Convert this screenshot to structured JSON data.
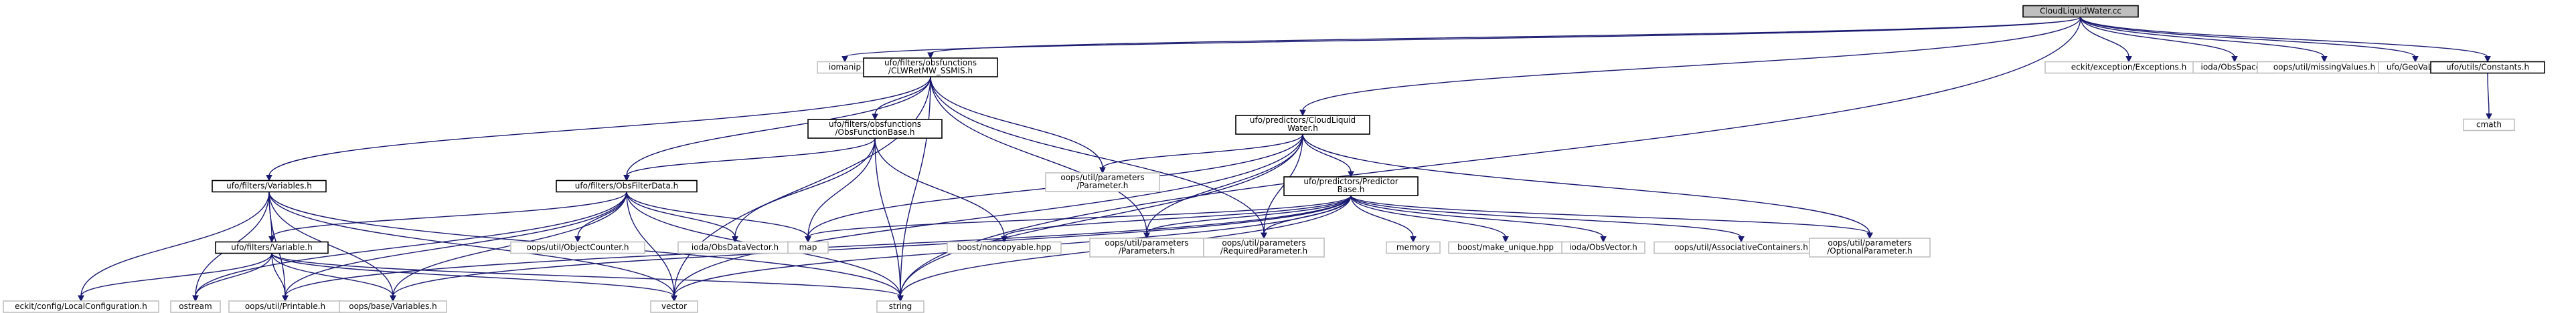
{
  "diagram": {
    "nodes": [
      {
        "id": "root",
        "lines": [
          "CloudLiquidWater.cc"
        ],
        "kind": "main"
      },
      {
        "id": "iomanip",
        "lines": [
          "iomanip"
        ],
        "kind": "ext"
      },
      {
        "id": "clwret",
        "lines": [
          "ufo/filters/obsfunctions",
          "/CLWRetMW_SSMIS.h"
        ],
        "kind": "local"
      },
      {
        "id": "eckit_ex",
        "lines": [
          "eckit/exception/Exceptions.h"
        ],
        "kind": "ext"
      },
      {
        "id": "obsspace",
        "lines": [
          "ioda/ObsSpace.h"
        ],
        "kind": "ext"
      },
      {
        "id": "missing",
        "lines": [
          "oops/util/missingValues.h"
        ],
        "kind": "ext"
      },
      {
        "id": "geovals",
        "lines": [
          "ufo/GeoVaLs.h"
        ],
        "kind": "ext"
      },
      {
        "id": "constants",
        "lines": [
          "ufo/utils/Constants.h"
        ],
        "kind": "local"
      },
      {
        "id": "cmath",
        "lines": [
          "cmath"
        ],
        "kind": "ext"
      },
      {
        "id": "pred_clw",
        "lines": [
          "ufo/predictors/CloudLiquid",
          "Water.h"
        ],
        "kind": "local"
      },
      {
        "id": "obsfuncbase",
        "lines": [
          "ufo/filters/obsfunctions",
          "/ObsFunctionBase.h"
        ],
        "kind": "local"
      },
      {
        "id": "param",
        "lines": [
          "oops/util/parameters",
          "/Parameter.h"
        ],
        "kind": "ext"
      },
      {
        "id": "variables",
        "lines": [
          "ufo/filters/Variables.h"
        ],
        "kind": "local"
      },
      {
        "id": "obsfilterdata",
        "lines": [
          "ufo/filters/ObsFilterData.h"
        ],
        "kind": "local"
      },
      {
        "id": "predbase",
        "lines": [
          "ufo/predictors/Predictor",
          "Base.h"
        ],
        "kind": "local"
      },
      {
        "id": "variable",
        "lines": [
          "ufo/filters/Variable.h"
        ],
        "kind": "local"
      },
      {
        "id": "objcounter",
        "lines": [
          "oops/util/ObjectCounter.h"
        ],
        "kind": "ext"
      },
      {
        "id": "obsdatavec",
        "lines": [
          "ioda/ObsDataVector.h"
        ],
        "kind": "ext"
      },
      {
        "id": "map",
        "lines": [
          "map"
        ],
        "kind": "ext"
      },
      {
        "id": "noncopy",
        "lines": [
          "boost/noncopyable.hpp"
        ],
        "kind": "ext"
      },
      {
        "id": "parameters",
        "lines": [
          "oops/util/parameters",
          "/Parameters.h"
        ],
        "kind": "ext"
      },
      {
        "id": "reqparam",
        "lines": [
          "oops/util/parameters",
          "/RequiredParameter.h"
        ],
        "kind": "ext"
      },
      {
        "id": "memory",
        "lines": [
          "memory"
        ],
        "kind": "ext"
      },
      {
        "id": "makeunique",
        "lines": [
          "boost/make_unique.hpp"
        ],
        "kind": "ext"
      },
      {
        "id": "obsvector",
        "lines": [
          "ioda/ObsVector.h"
        ],
        "kind": "ext"
      },
      {
        "id": "assoc",
        "lines": [
          "oops/util/AssociativeContainers.h"
        ],
        "kind": "ext"
      },
      {
        "id": "optparam",
        "lines": [
          "oops/util/parameters",
          "/OptionalParameter.h"
        ],
        "kind": "ext"
      },
      {
        "id": "localconf",
        "lines": [
          "eckit/config/LocalConfiguration.h"
        ],
        "kind": "ext"
      },
      {
        "id": "ostream",
        "lines": [
          "ostream"
        ],
        "kind": "ext"
      },
      {
        "id": "printable",
        "lines": [
          "oops/util/Printable.h"
        ],
        "kind": "ext"
      },
      {
        "id": "basevars",
        "lines": [
          "oops/base/Variables.h"
        ],
        "kind": "ext"
      },
      {
        "id": "vector",
        "lines": [
          "vector"
        ],
        "kind": "ext"
      },
      {
        "id": "string",
        "lines": [
          "string"
        ],
        "kind": "ext"
      }
    ],
    "edges": [
      [
        "root",
        "iomanip"
      ],
      [
        "root",
        "clwret"
      ],
      [
        "root",
        "eckit_ex"
      ],
      [
        "root",
        "obsspace"
      ],
      [
        "root",
        "missing"
      ],
      [
        "root",
        "geovals"
      ],
      [
        "root",
        "constants"
      ],
      [
        "root",
        "pred_clw"
      ],
      [
        "root",
        "string"
      ],
      [
        "constants",
        "cmath"
      ],
      [
        "clwret",
        "obsfuncbase"
      ],
      [
        "clwret",
        "param"
      ],
      [
        "clwret",
        "variables"
      ],
      [
        "clwret",
        "obsfilterdata"
      ],
      [
        "clwret",
        "reqparam"
      ],
      [
        "clwret",
        "parameters"
      ],
      [
        "clwret",
        "vector"
      ],
      [
        "clwret",
        "string"
      ],
      [
        "obsfuncbase",
        "obsfilterdata"
      ],
      [
        "obsfuncbase",
        "obsdatavec"
      ],
      [
        "obsfuncbase",
        "map"
      ],
      [
        "obsfuncbase",
        "noncopy"
      ],
      [
        "obsfuncbase",
        "string"
      ],
      [
        "variables",
        "variable"
      ],
      [
        "variables",
        "localconf"
      ],
      [
        "variables",
        "ostream"
      ],
      [
        "variables",
        "printable"
      ],
      [
        "variables",
        "basevars"
      ],
      [
        "variables",
        "vector"
      ],
      [
        "variables",
        "string"
      ],
      [
        "obsfilterdata",
        "variable"
      ],
      [
        "obsfilterdata",
        "objcounter"
      ],
      [
        "obsfilterdata",
        "obsdatavec"
      ],
      [
        "obsfilterdata",
        "map"
      ],
      [
        "obsfilterdata",
        "ostream"
      ],
      [
        "obsfilterdata",
        "printable"
      ],
      [
        "obsfilterdata",
        "basevars"
      ],
      [
        "obsfilterdata",
        "vector"
      ],
      [
        "obsfilterdata",
        "string"
      ],
      [
        "variable",
        "localconf"
      ],
      [
        "variable",
        "ostream"
      ],
      [
        "variable",
        "printable"
      ],
      [
        "variable",
        "basevars"
      ],
      [
        "variable",
        "vector"
      ],
      [
        "variable",
        "string"
      ],
      [
        "pred_clw",
        "param"
      ],
      [
        "pred_clw",
        "predbase"
      ],
      [
        "pred_clw",
        "parameters"
      ],
      [
        "pred_clw",
        "reqparam"
      ],
      [
        "pred_clw",
        "optparam"
      ],
      [
        "pred_clw",
        "map"
      ],
      [
        "pred_clw",
        "vector"
      ],
      [
        "pred_clw",
        "string"
      ],
      [
        "predbase",
        "map"
      ],
      [
        "predbase",
        "noncopy"
      ],
      [
        "predbase",
        "parameters"
      ],
      [
        "predbase",
        "reqparam"
      ],
      [
        "predbase",
        "memory"
      ],
      [
        "predbase",
        "makeunique"
      ],
      [
        "predbase",
        "obsvector"
      ],
      [
        "predbase",
        "assoc"
      ],
      [
        "predbase",
        "optparam"
      ],
      [
        "predbase",
        "basevars"
      ],
      [
        "predbase",
        "printable"
      ],
      [
        "predbase",
        "vector"
      ],
      [
        "predbase",
        "string"
      ]
    ]
  }
}
